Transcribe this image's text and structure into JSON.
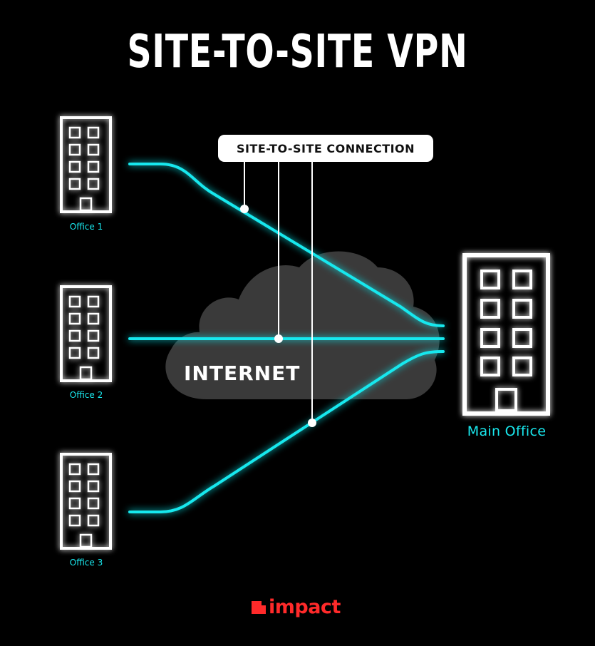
{
  "title": "SITE-TO-SITE VPN",
  "connection_label": "SITE-TO-SITE CONNECTION",
  "cloud_label": "INTERNET",
  "offices": [
    {
      "label": "Office 1"
    },
    {
      "label": "Office 2"
    },
    {
      "label": "Office 3"
    }
  ],
  "main_office": {
    "label": "Main Office"
  },
  "logo": {
    "text": "impact",
    "icon": "impact-logo-icon"
  },
  "colors": {
    "background": "#000000",
    "tunnel": "#19e8ee",
    "tunnel_glow": "#0aa6ad",
    "building": "#ffffff",
    "cloud": "#3a3a3a",
    "brand": "#ff2a2a"
  }
}
